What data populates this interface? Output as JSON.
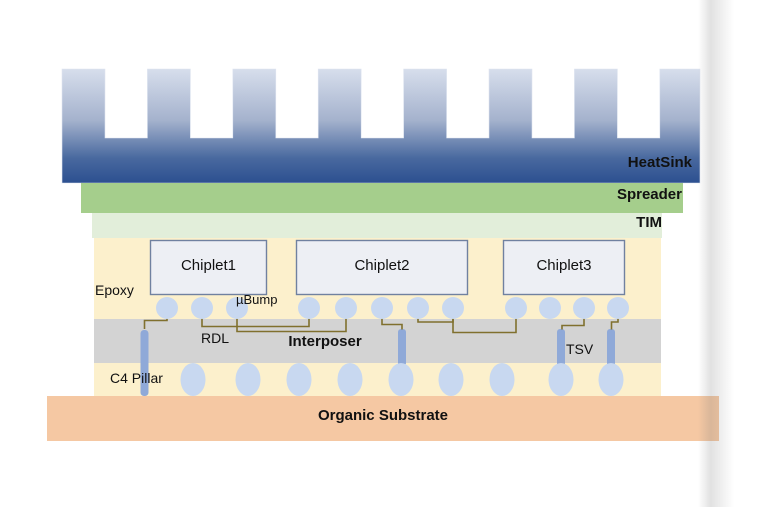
{
  "labels": {
    "heatsink": "HeatSink",
    "spreader": "Spreader",
    "tim": "TIM",
    "chiplet1": "Chiplet1",
    "chiplet2": "Chiplet2",
    "chiplet3": "Chiplet3",
    "epoxy": "Epoxy",
    "ubump": "µBump",
    "rdl": "RDL",
    "interposer": "Interposer",
    "tsv": "TSV",
    "c4_pillar": "C4 Pillar",
    "organic_substrate": "Organic Substrate"
  },
  "colors": {
    "heatsink_gradient_top": "#d7deec",
    "heatsink_gradient_bottom": "#2c5090",
    "spreader": "#a5ce8c",
    "tim": "#e2eeda",
    "epoxy_underfill": "#fcf0cc",
    "chiplet_fill": "#edeff4",
    "chiplet_border": "#7081a0",
    "interposer": "#d3d3d3",
    "microbump": "#c8d8f0",
    "tsv_pillar": "#8fa9d8",
    "rdl_trace": "#80702e",
    "substrate": "#f5c8a3",
    "text": "#111111"
  }
}
